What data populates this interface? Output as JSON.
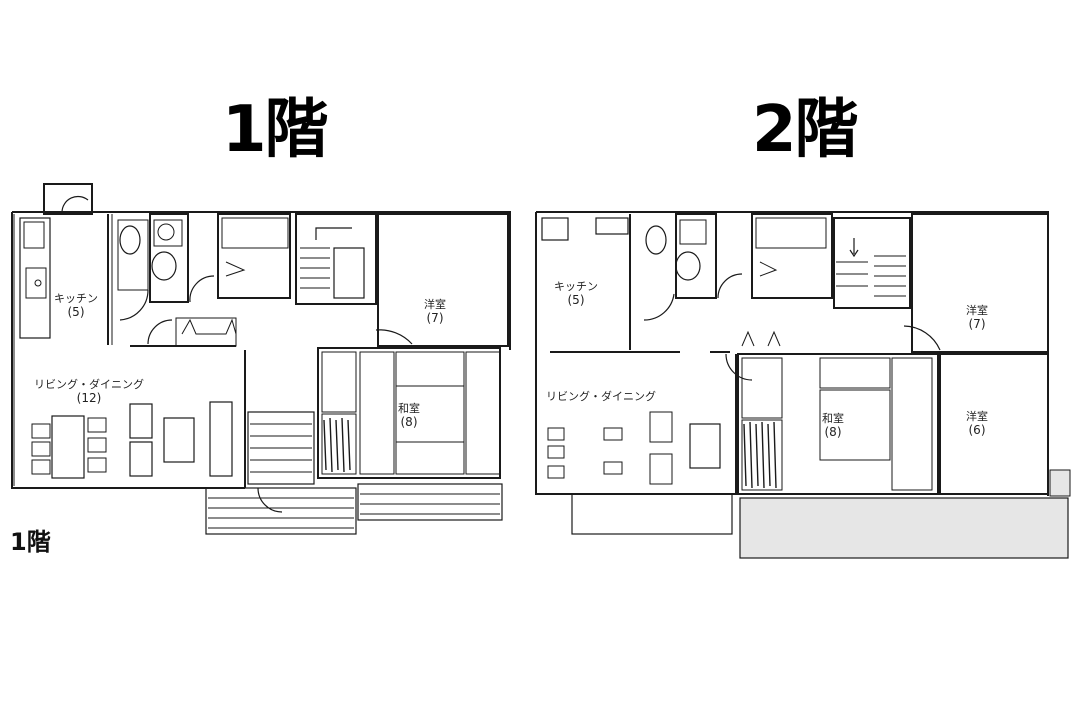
{
  "titles": {
    "floor1": "1階",
    "floor2": "2階",
    "floor1_small": "1階"
  },
  "floor1": {
    "rooms": [
      {
        "name": "キッチン",
        "size": "(5)"
      },
      {
        "name": "洋室",
        "size": "(7)"
      },
      {
        "name": "リビング・ダイニング",
        "size": "(12)"
      },
      {
        "name": "和室",
        "size": "(8)"
      }
    ]
  },
  "floor2": {
    "rooms": [
      {
        "name": "キッチン",
        "size": "(5)"
      },
      {
        "name": "洋室",
        "size": "(7)"
      },
      {
        "name": "リビング・ダイニング",
        "size": ""
      },
      {
        "name": "和室",
        "size": "(8)"
      },
      {
        "name": "洋室",
        "size": "(6)"
      }
    ]
  },
  "colors": {
    "line": "#1a1a1a",
    "background": "#ffffff"
  }
}
